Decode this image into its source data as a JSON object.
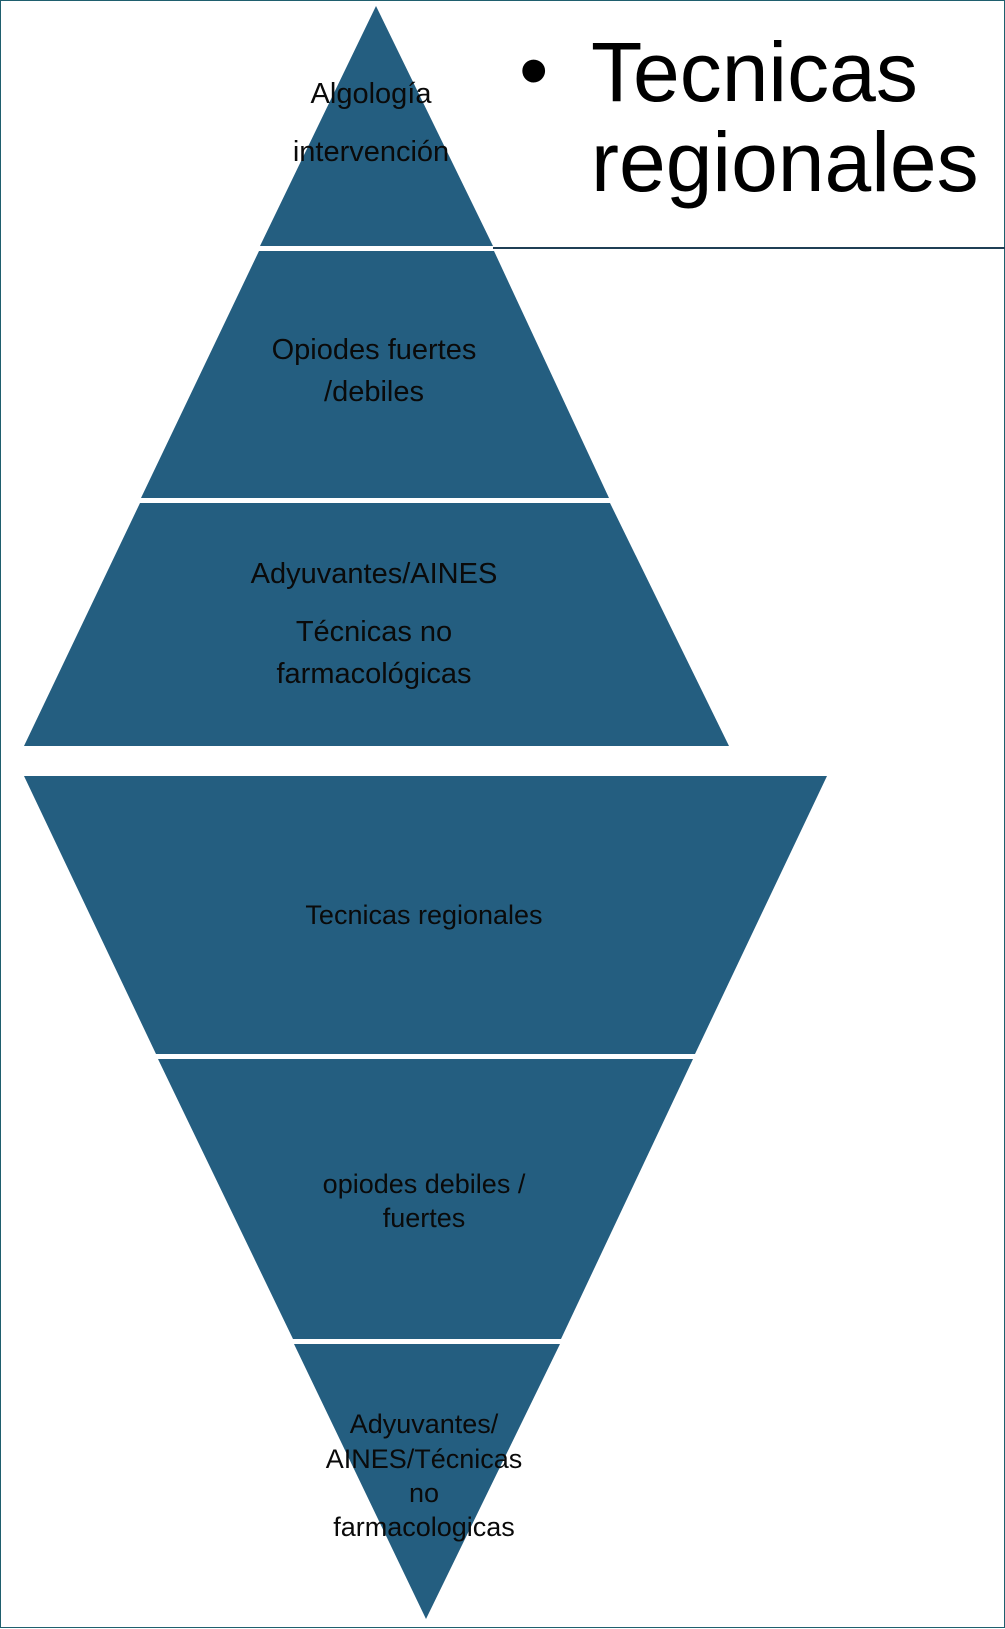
{
  "colors": {
    "shape_fill": "#245e80",
    "separator": "#ffffff",
    "rule": "#1f3f55",
    "border": "#1f5f6e"
  },
  "title": {
    "bullet": "•",
    "lines": [
      "Tecnicas",
      "regionales"
    ]
  },
  "top_pyramid": {
    "levels": [
      {
        "lines": [
          "Algología",
          "intervención"
        ]
      },
      {
        "lines": [
          "Opiodes fuertes",
          "/debiles"
        ]
      },
      {
        "lines": [
          "Adyuvantes/AINES",
          "Técnicas no",
          "farmacológicas"
        ]
      }
    ]
  },
  "bottom_pyramid": {
    "levels": [
      {
        "lines": [
          "Tecnicas regionales"
        ]
      },
      {
        "lines": [
          "opiodes debiles /",
          "fuertes"
        ]
      },
      {
        "lines": [
          "Adyuvantes/",
          "AINES/Técnicas",
          "no",
          "farmacologicas"
        ]
      }
    ]
  }
}
